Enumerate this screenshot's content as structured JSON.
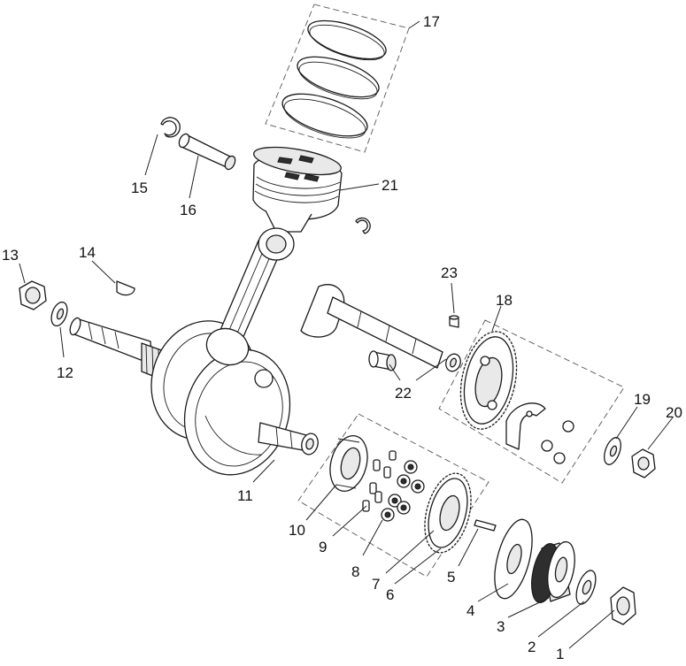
{
  "callouts": [
    {
      "id": "1",
      "label": "1"
    },
    {
      "id": "2",
      "label": "2"
    },
    {
      "id": "3",
      "label": "3"
    },
    {
      "id": "4",
      "label": "4"
    },
    {
      "id": "5",
      "label": "5"
    },
    {
      "id": "6",
      "label": "6"
    },
    {
      "id": "7",
      "label": "7"
    },
    {
      "id": "8",
      "label": "8"
    },
    {
      "id": "9",
      "label": "9"
    },
    {
      "id": "10",
      "label": "10"
    },
    {
      "id": "11",
      "label": "11"
    },
    {
      "id": "12",
      "label": "12"
    },
    {
      "id": "13",
      "label": "13"
    },
    {
      "id": "14",
      "label": "14"
    },
    {
      "id": "15",
      "label": "15"
    },
    {
      "id": "16",
      "label": "16"
    },
    {
      "id": "17",
      "label": "17"
    },
    {
      "id": "18",
      "label": "18"
    },
    {
      "id": "19",
      "label": "19"
    },
    {
      "id": "20",
      "label": "20"
    },
    {
      "id": "21",
      "label": "21"
    },
    {
      "id": "22",
      "label": "22"
    },
    {
      "id": "23",
      "label": "23"
    }
  ],
  "colors": {
    "line": "#1a1a1a",
    "background": "#ffffff",
    "leader": "#222222",
    "group_border": "#555555"
  }
}
